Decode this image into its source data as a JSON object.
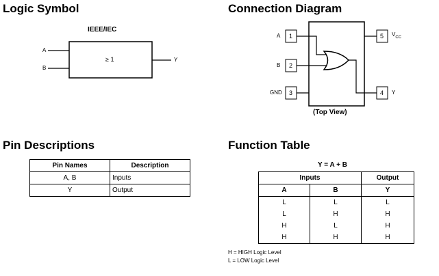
{
  "headings": {
    "logic_symbol": "Logic Symbol",
    "connection_diagram": "Connection Diagram",
    "pin_descriptions": "Pin Descriptions",
    "function_table": "Function Table"
  },
  "logic_symbol": {
    "standard": "IEEE/IEC",
    "gate_label": "≥ 1",
    "input_a": "A",
    "input_b": "B",
    "output_y": "Y"
  },
  "connection_diagram": {
    "pins": [
      {
        "number": "1",
        "label": "A"
      },
      {
        "number": "2",
        "label": "B"
      },
      {
        "number": "3",
        "label": "GND"
      },
      {
        "number": "4",
        "label": "Y"
      },
      {
        "number": "5",
        "label": "V",
        "subscript": "CC"
      }
    ],
    "view_label": "(Top View)"
  },
  "pin_descriptions": {
    "headers": [
      "Pin Names",
      "Description"
    ],
    "rows": [
      [
        "A, B",
        "Inputs"
      ],
      [
        "Y",
        "Output"
      ]
    ]
  },
  "function_table": {
    "equation": "Y = A + B",
    "group_headers": {
      "inputs": "Inputs",
      "output": "Output"
    },
    "columns": [
      "A",
      "B",
      "Y"
    ],
    "rows": [
      [
        "L",
        "L",
        "L"
      ],
      [
        "L",
        "H",
        "H"
      ],
      [
        "H",
        "L",
        "H"
      ],
      [
        "H",
        "H",
        "H"
      ]
    ],
    "legend": [
      "H = HIGH Logic Level",
      "L = LOW Logic Level"
    ]
  }
}
